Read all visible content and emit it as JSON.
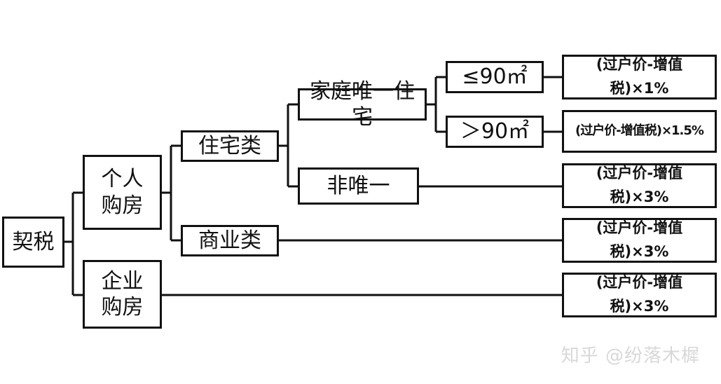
{
  "root": {
    "label": "契税"
  },
  "buyers": {
    "individual": {
      "line1": "个人",
      "line2": "购房"
    },
    "enterprise": {
      "line1": "企业",
      "line2": "购房"
    }
  },
  "property_types": {
    "residential": "住宅类",
    "commercial": "商业类"
  },
  "ownership": {
    "only_home": "家庭唯一住宅",
    "non_only": "非唯一"
  },
  "area": {
    "small": "≤90㎡",
    "large": "＞90㎡"
  },
  "results": {
    "small_area": {
      "line1": "(过户价-增值",
      "line2": "税)×1%"
    },
    "large_area": {
      "line1": "(过户价-增值税)×1.5%"
    },
    "non_only": {
      "line1": "(过户价-增值",
      "line2": "税)×3%"
    },
    "commercial": {
      "line1": "(过户价-增值",
      "line2": "税)×3%"
    },
    "enterprise": {
      "line1": "(过户价-增值",
      "line2": "税)×3%"
    }
  },
  "watermark": "知乎 @纷落木樨",
  "colors": {
    "line": "#111111",
    "watermark": "#d8d8d8",
    "background": "#ffffff"
  }
}
